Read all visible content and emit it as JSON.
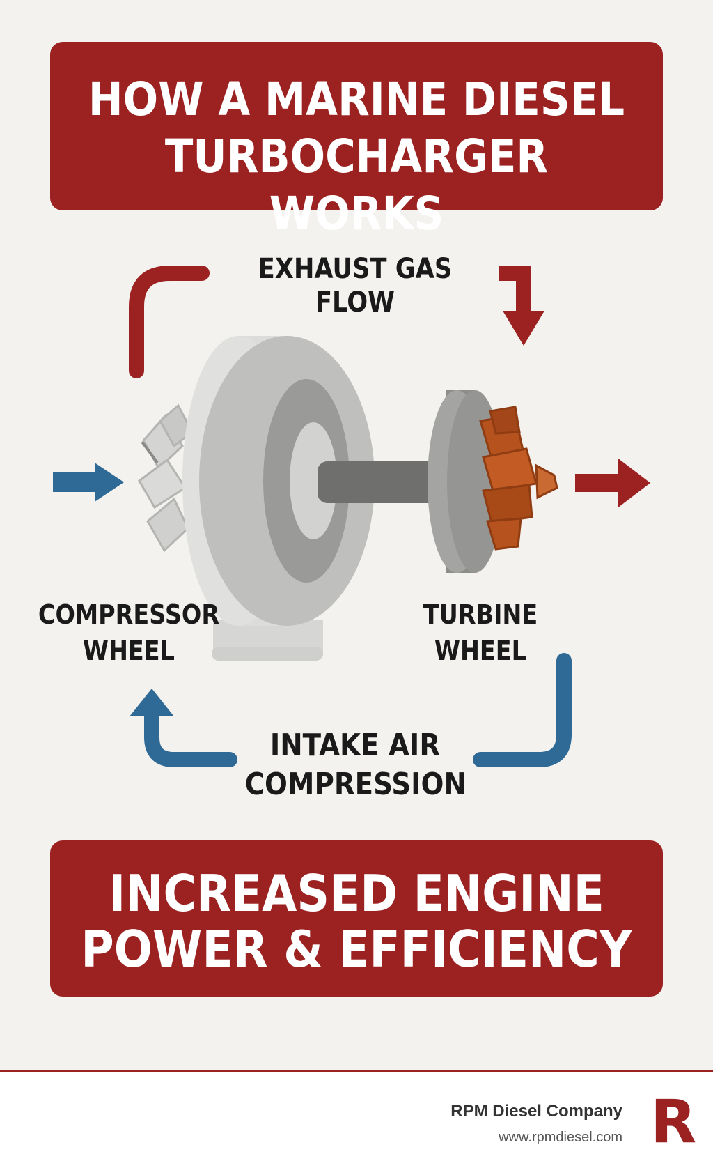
{
  "header": {
    "title_lines": [
      "HOW A MARINE DIESEL",
      "TURBOCHARGER WORKS"
    ]
  },
  "diagram": {
    "exhaust_label": "EXHAUST GAS FLOW",
    "compressor_label": [
      "COMPRESSOR",
      "WHEEL"
    ],
    "turbine_label": [
      "TURBINE",
      "WHEEL"
    ],
    "intake_label": [
      "INTAKE AIR",
      "COMPRESSION"
    ]
  },
  "result": {
    "lines": [
      "INCREASED ENGINE",
      "POWER & EFFICIENCY"
    ]
  },
  "footer": {
    "company": "RPM Diesel Company",
    "website": "www.rpmdiesel.com",
    "logo_letter": "R"
  },
  "colors": {
    "accent_red": "#9c2222",
    "flow_blue": "#2f6a96",
    "background": "#f4f2ee",
    "turbine_orange": "#b5521e"
  },
  "icons": {
    "exhaust_flow": "arrow-loop-icon",
    "intake_flow": "arrow-loop-icon",
    "air_in": "arrow-right-icon",
    "exhaust_out": "arrow-right-icon"
  }
}
